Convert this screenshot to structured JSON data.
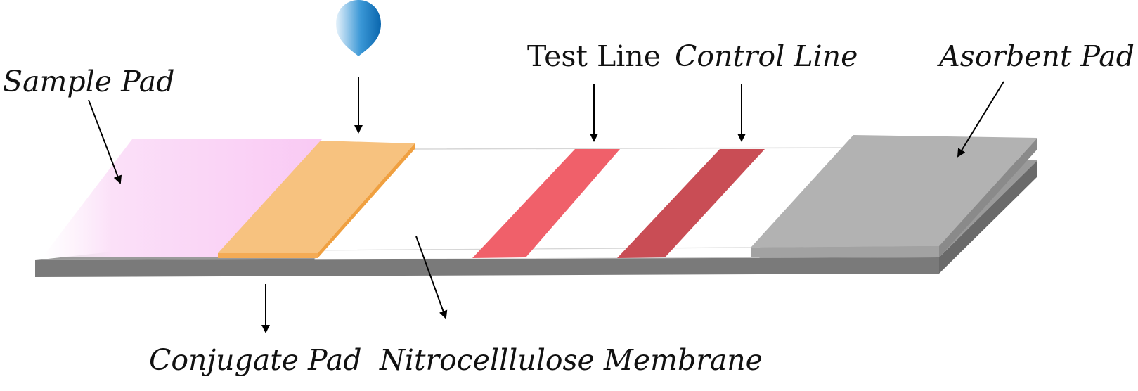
{
  "labels": {
    "sample_pad": "Sample Pad",
    "test_line": "Test Line",
    "control_line": "Control Line",
    "absorbent_pad": "Asorbent Pad",
    "conjugate_pad": "Conjugate Pad",
    "membrane": "Nitrocelllulose Membrane"
  },
  "icons": {
    "sample_drop": "droplet-icon"
  },
  "colors": {
    "sample_pad": "#f9c9f4",
    "conjugate_pad": "#f7c27f",
    "test_line": "#f0606a",
    "control_line": "#c94d55",
    "absorbent_pad": "#b2b2b2",
    "backing": "#7a7a7a",
    "drop": "#1a7fc4"
  }
}
